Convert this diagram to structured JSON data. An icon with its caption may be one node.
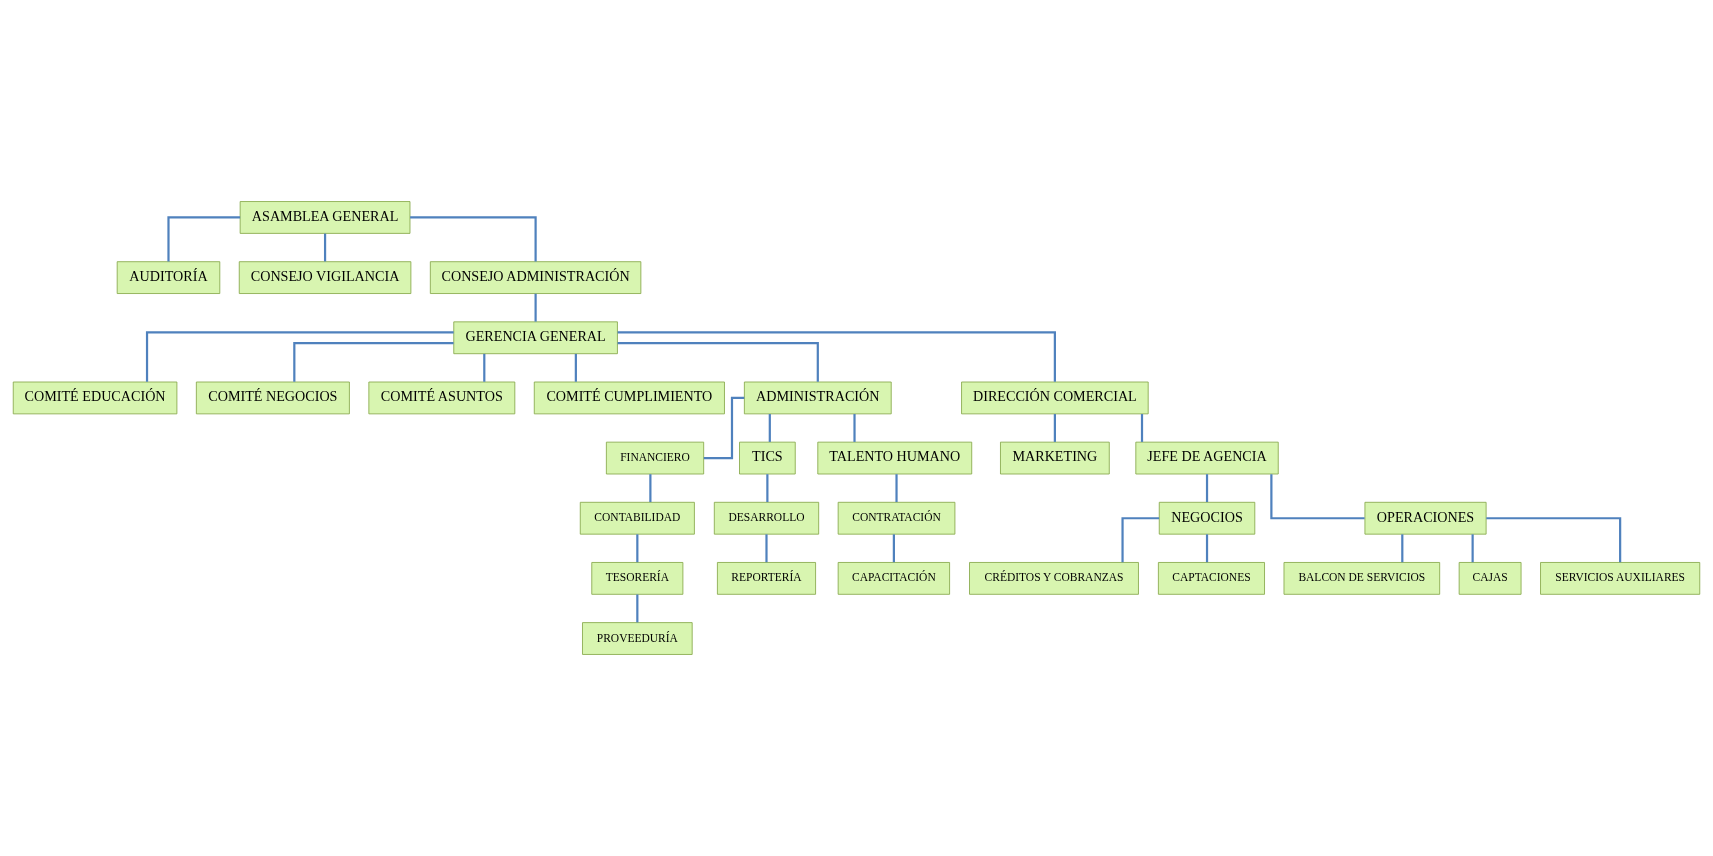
{
  "diagram": {
    "nodes": [
      {
        "text": [
          "ASAMBLEA GENERAL"
        ]
      },
      {
        "text": [
          "AUDITORÍA"
        ]
      },
      {
        "text": [
          "CONSEJO VIGILANCIA"
        ]
      },
      {
        "text": [
          "CONSEJO ADMINISTRACIÓN"
        ]
      },
      {
        "text": [
          "GERENCIA GENERAL"
        ]
      },
      {
        "text": [
          "COMITÉ EDUCACIÓN"
        ]
      },
      {
        "text": [
          "COMITÉ NEGOCIOS"
        ]
      },
      {
        "text": [
          "COMITÉ ASUNTOS"
        ]
      },
      {
        "text": [
          "COMITÉ CUMPLIMIENTO"
        ]
      },
      {
        "text": [
          "ADMINISTRACIÓN"
        ]
      },
      {
        "text": [
          "DIRECCIÓN COMERCIAL"
        ]
      },
      {
        "text": [
          "FINANCIERO"
        ]
      },
      {
        "text": [
          "TICS"
        ]
      },
      {
        "text": [
          "TALENTO HUMANO"
        ]
      },
      {
        "text": [
          "MARKETING"
        ]
      },
      {
        "text": [
          "JEFE DE AGENCIA"
        ]
      },
      {
        "text": [
          "CONTABILIDAD"
        ]
      },
      {
        "text": [
          "TESORERÍA"
        ]
      },
      {
        "text": [
          "PROVEEDURÍA"
        ]
      },
      {
        "text": [
          "DESARROLLO"
        ]
      },
      {
        "text": [
          "REPORTERÍA"
        ]
      },
      {
        "text": [
          "CONTRATACIÓN"
        ]
      },
      {
        "text": [
          "CAPACITACIÓN"
        ]
      },
      {
        "text": [
          "NEGOCIOS"
        ]
      },
      {
        "text": [
          "OPERACIONES"
        ]
      },
      {
        "text": [
          "CRÉDITOS Y COBRANZAS"
        ]
      },
      {
        "text": [
          "CAPTACIONES"
        ]
      },
      {
        "text": [
          "BALCON DE SERVICIOS"
        ]
      },
      {
        "text": [
          "CAJAS"
        ]
      },
      {
        "text": [
          "SERVICIOS AUXILIARES"
        ]
      }
    ],
    "edges": [
      {
        "from": 0,
        "to": 1,
        "arrow": "none"
      },
      {
        "from": 0,
        "to": 2,
        "arrow": "none"
      },
      {
        "from": 0,
        "to": 3,
        "arrow": "none"
      },
      {
        "from": 3,
        "to": 4,
        "arrow": "none"
      },
      {
        "from": 4,
        "to": 5,
        "arrow": "none"
      },
      {
        "from": 4,
        "to": 6,
        "arrow": "none"
      },
      {
        "from": 4,
        "to": 7,
        "arrow": "none"
      },
      {
        "from": 4,
        "to": 8,
        "arrow": "none"
      },
      {
        "from": 4,
        "to": 9,
        "arrow": "none"
      },
      {
        "from": 4,
        "to": 10,
        "arrow": "none"
      },
      {
        "from": 9,
        "to": 11,
        "arrow": "none"
      },
      {
        "from": 9,
        "to": 12,
        "arrow": "none"
      },
      {
        "from": 9,
        "to": 13,
        "arrow": "none"
      },
      {
        "from": 11,
        "to": 16,
        "arrow": "none"
      },
      {
        "from": 16,
        "to": 17,
        "arrow": "none"
      },
      {
        "from": 17,
        "to": 18,
        "arrow": "none"
      },
      {
        "from": 12,
        "to": 19,
        "arrow": "none"
      },
      {
        "from": 19,
        "to": 20,
        "arrow": "none"
      },
      {
        "from": 13,
        "to": 21,
        "arrow": "none"
      },
      {
        "from": 21,
        "to": 22,
        "arrow": "none"
      },
      {
        "from": 10,
        "to": 14,
        "arrow": "none"
      },
      {
        "from": 10,
        "to": 15,
        "arrow": "none"
      },
      {
        "from": 15,
        "to": 23,
        "arrow": "none"
      },
      {
        "from": 15,
        "to": 24,
        "arrow": "none"
      },
      {
        "from": 23,
        "to": 25,
        "arrow": "none"
      },
      {
        "from": 23,
        "to": 26,
        "arrow": "none"
      },
      {
        "from": 24,
        "to": 27,
        "arrow": "none"
      },
      {
        "from": 24,
        "to": 28,
        "arrow": "none"
      },
      {
        "from": 24,
        "to": 29,
        "arrow": "none"
      }
    ]
  }
}
